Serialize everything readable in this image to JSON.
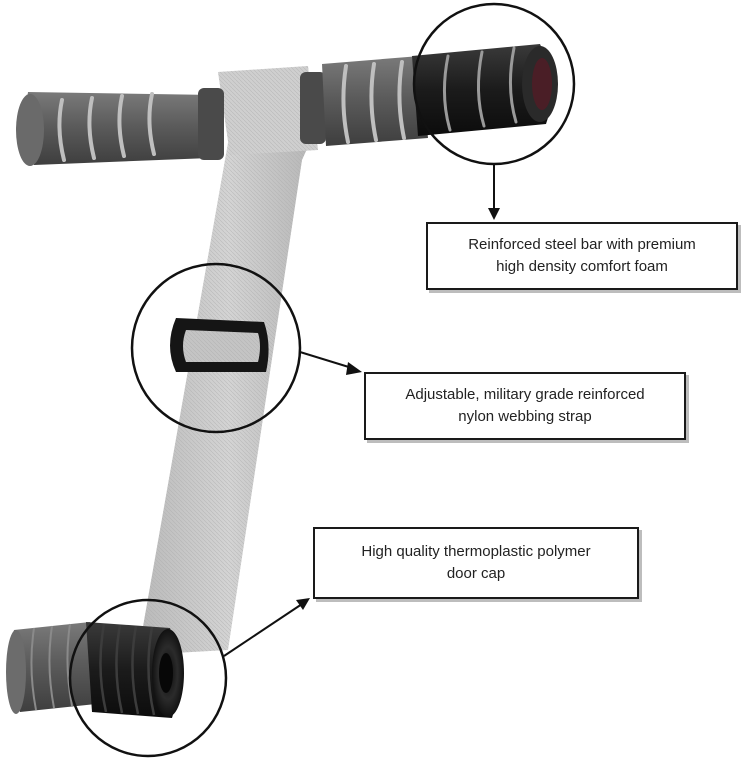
{
  "callouts": [
    {
      "line1": "Reinforced steel bar with premium",
      "line2": "high density comfort foam"
    },
    {
      "line1": "Adjustable, military grade reinforced",
      "line2": "nylon webbing strap"
    },
    {
      "line1": "High quality thermoplastic polymer",
      "line2": "door cap"
    }
  ],
  "colors": {
    "bar_grip": "#5e5e5e",
    "foam_black": "#1c1c1c",
    "strap": "#c8c8c8",
    "outline": "#111111"
  }
}
